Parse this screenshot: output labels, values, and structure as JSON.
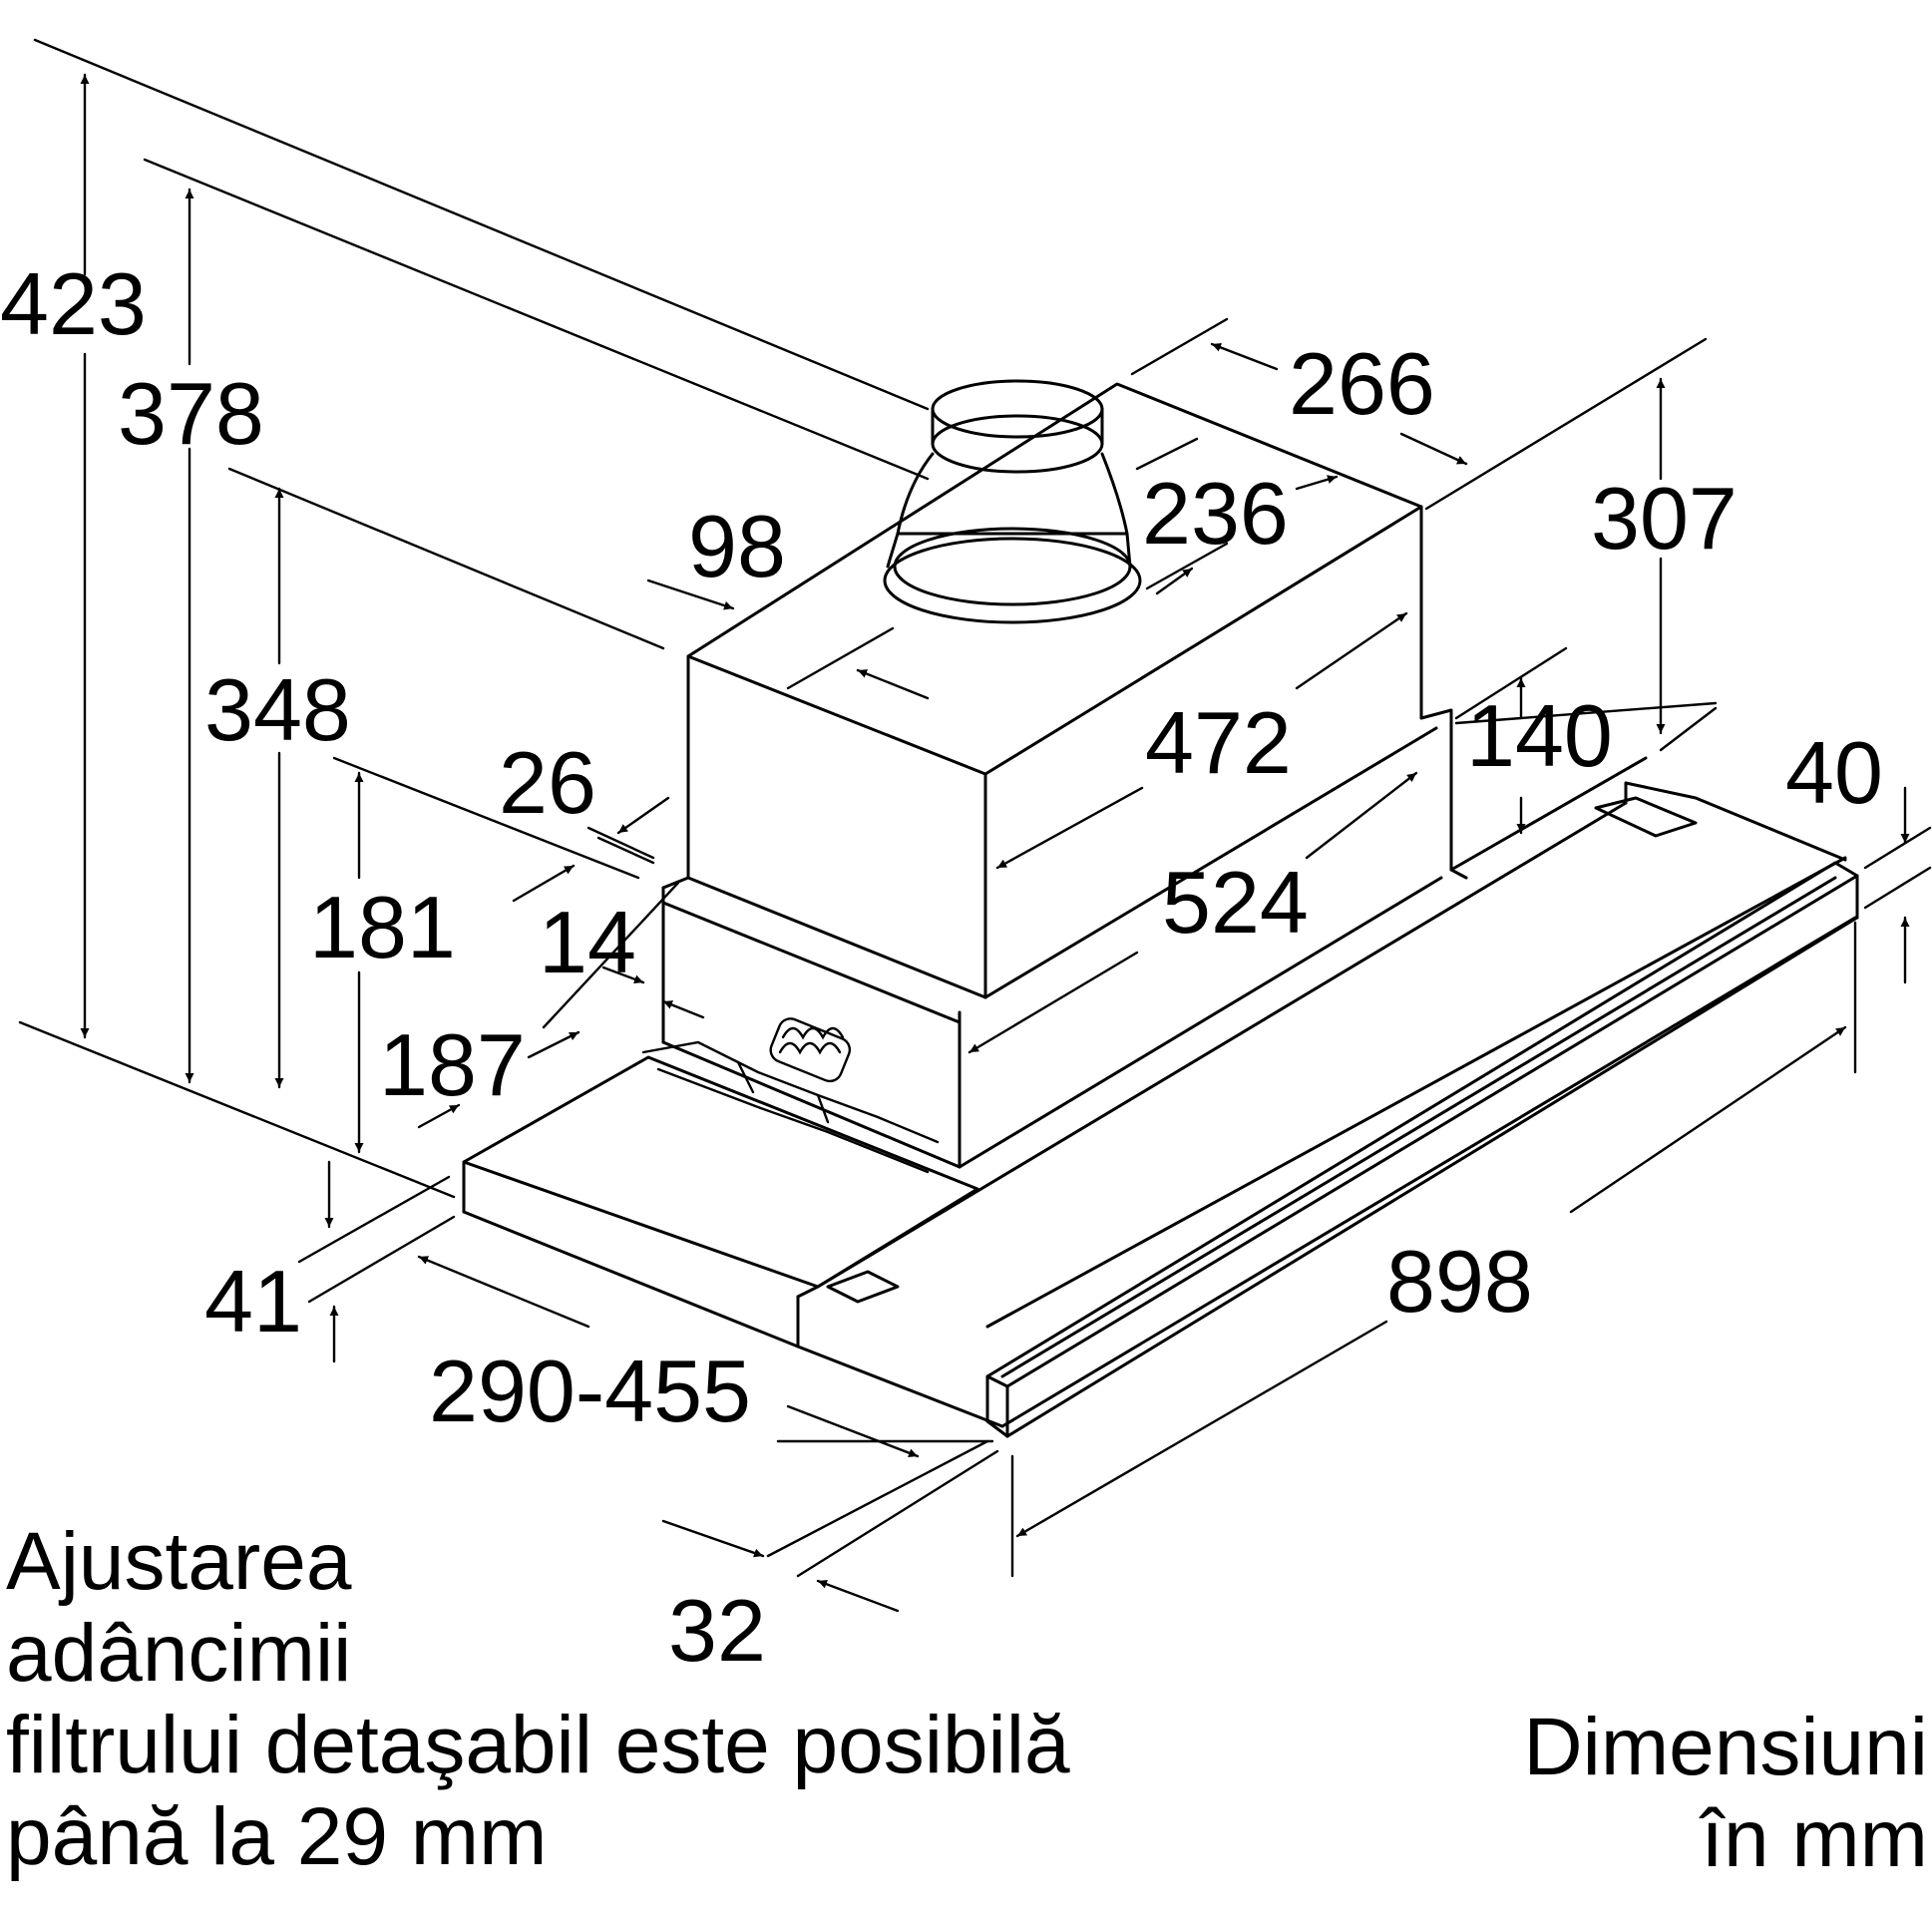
{
  "dimensions": {
    "d423": "423",
    "d378": "378",
    "d348": "348",
    "d181": "181",
    "d41": "41",
    "d290_455": "290-455",
    "d32": "32",
    "d898": "898",
    "d40": "40",
    "d140": "140",
    "d307": "307",
    "d266": "266",
    "d236": "236",
    "d98": "98",
    "d472": "472",
    "d524": "524",
    "d26": "26",
    "d14": "14",
    "d187": "187"
  },
  "notes": {
    "adjustment": [
      "Ajustarea",
      "adâncimii",
      "filtrului detaşabil este posibilă",
      "până la 29 mm"
    ],
    "units": [
      "Dimensiuni",
      "în mm"
    ]
  }
}
